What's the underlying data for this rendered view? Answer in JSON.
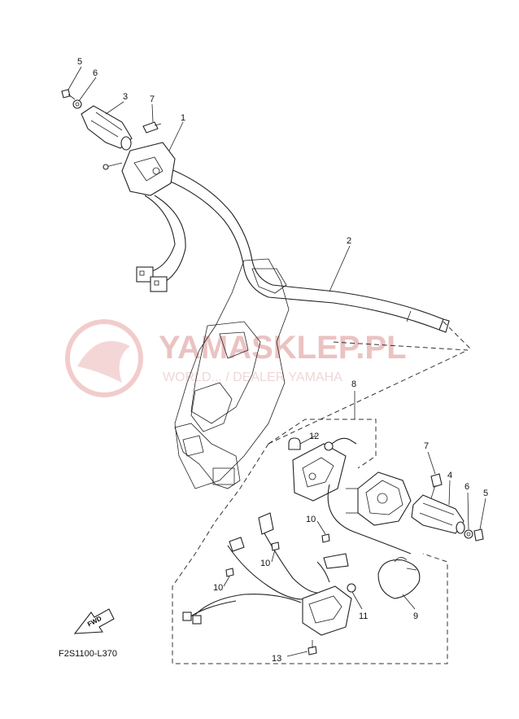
{
  "watermark": {
    "main": "YAMASKLEP.PL",
    "sub": "WORLD... / DEALER YAMAHA"
  },
  "callouts": {
    "c1": "1",
    "c2": "2",
    "c3": "3",
    "c4": "4",
    "c5a": "5",
    "c5b": "5",
    "c6a": "6",
    "c6b": "6",
    "c7a": "7",
    "c7b": "7",
    "c8": "8",
    "c9": "9",
    "c10a": "10",
    "c10b": "10",
    "c10c": "10",
    "c11": "11",
    "c12": "12",
    "c13": "13"
  },
  "fwd_label": "FWD",
  "diagram_code": "F2S1100-L370"
}
